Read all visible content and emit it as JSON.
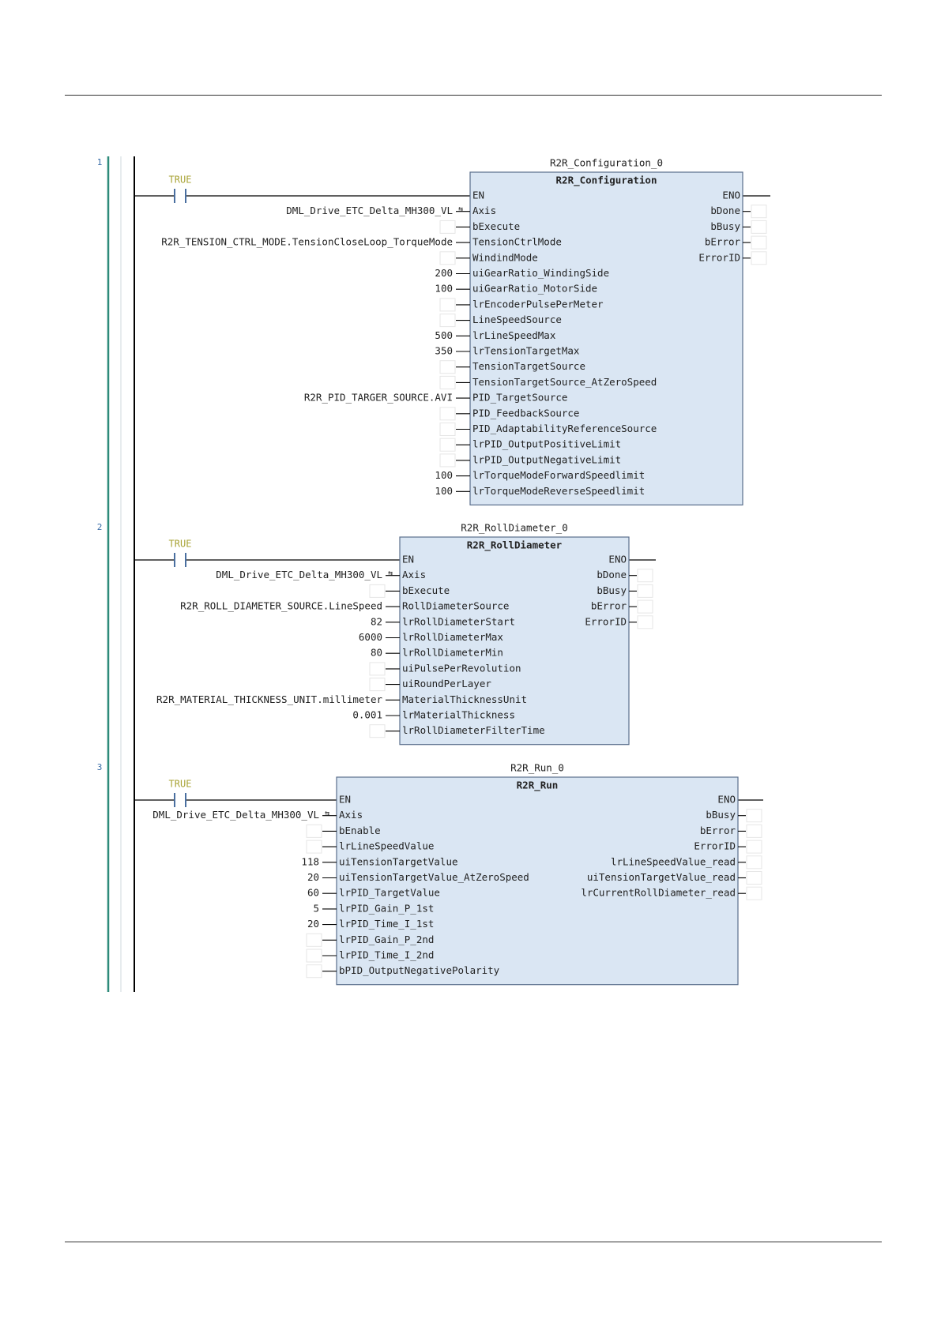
{
  "colors": {
    "block_fill": "#dae6f3",
    "block_border": "#5a6e8c",
    "true_label": "#a8a336",
    "contact": "#4a6fa0",
    "rung_line": "#000000",
    "left_bar_accent": "#2e8b7a",
    "line_number": "#3b6ea8",
    "pin_box": "#e6e6e6"
  },
  "networks": [
    {
      "number": "1",
      "contact_label": "TRUE",
      "instance": "R2R_Configuration_0",
      "type": "R2R_Configuration",
      "inputs": [
        {
          "pin": "EN",
          "value": ""
        },
        {
          "pin": "Axis",
          "value": "DML_Drive_ETC_Delta_MH300_VL",
          "ref": true
        },
        {
          "pin": "bExecute",
          "value": ""
        },
        {
          "pin": "TensionCtrlMode",
          "value": "R2R_TENSION_CTRL_MODE.TensionCloseLoop_TorqueMode"
        },
        {
          "pin": "WindindMode",
          "value": ""
        },
        {
          "pin": "uiGearRatio_WindingSide",
          "value": "200"
        },
        {
          "pin": "uiGearRatio_MotorSide",
          "value": "100"
        },
        {
          "pin": "lrEncoderPulsePerMeter",
          "value": ""
        },
        {
          "pin": "LineSpeedSource",
          "value": ""
        },
        {
          "pin": "lrLineSpeedMax",
          "value": "500"
        },
        {
          "pin": "lrTensionTargetMax",
          "value": "350"
        },
        {
          "pin": "TensionTargetSource",
          "value": ""
        },
        {
          "pin": "TensionTargetSource_AtZeroSpeed",
          "value": ""
        },
        {
          "pin": "PID_TargetSource",
          "value": "R2R_PID_TARGER_SOURCE.AVI"
        },
        {
          "pin": "PID_FeedbackSource",
          "value": ""
        },
        {
          "pin": "PID_AdaptabilityReferenceSource",
          "value": ""
        },
        {
          "pin": "lrPID_OutputPositiveLimit",
          "value": ""
        },
        {
          "pin": "lrPID_OutputNegativeLimit",
          "value": ""
        },
        {
          "pin": "lrTorqueModeForwardSpeedlimit",
          "value": "100"
        },
        {
          "pin": "lrTorqueModeReverseSpeedlimit",
          "value": "100"
        }
      ],
      "outputs": [
        "ENO",
        "bDone",
        "bBusy",
        "bError",
        "ErrorID"
      ]
    },
    {
      "number": "2",
      "contact_label": "TRUE",
      "instance": "R2R_RollDiameter_0",
      "type": "R2R_RollDiameter",
      "inputs": [
        {
          "pin": "EN",
          "value": ""
        },
        {
          "pin": "Axis",
          "value": "DML_Drive_ETC_Delta_MH300_VL",
          "ref": true
        },
        {
          "pin": "bExecute",
          "value": ""
        },
        {
          "pin": "RollDiameterSource",
          "value": "R2R_ROLL_DIAMETER_SOURCE.LineSpeed"
        },
        {
          "pin": "lrRollDiameterStart",
          "value": "82"
        },
        {
          "pin": "lrRollDiameterMax",
          "value": "6000"
        },
        {
          "pin": "lrRollDiameterMin",
          "value": "80"
        },
        {
          "pin": "uiPulsePerRevolution",
          "value": ""
        },
        {
          "pin": "uiRoundPerLayer",
          "value": ""
        },
        {
          "pin": "MaterialThicknessUnit",
          "value": "R2R_MATERIAL_THICKNESS_UNIT.millimeter"
        },
        {
          "pin": "lrMaterialThickness",
          "value": "0.001"
        },
        {
          "pin": "lrRollDiameterFilterTime",
          "value": ""
        }
      ],
      "outputs": [
        "ENO",
        "bDone",
        "bBusy",
        "bError",
        "ErrorID"
      ]
    },
    {
      "number": "3",
      "contact_label": "TRUE",
      "instance": "R2R_Run_0",
      "type": "R2R_Run",
      "inputs": [
        {
          "pin": "EN",
          "value": ""
        },
        {
          "pin": "Axis",
          "value": "DML_Drive_ETC_Delta_MH300_VL",
          "ref": true
        },
        {
          "pin": "bEnable",
          "value": ""
        },
        {
          "pin": "lrLineSpeedValue",
          "value": ""
        },
        {
          "pin": "uiTensionTargetValue",
          "value": "118"
        },
        {
          "pin": "uiTensionTargetValue_AtZeroSpeed",
          "value": "20"
        },
        {
          "pin": "lrPID_TargetValue",
          "value": "60"
        },
        {
          "pin": "lrPID_Gain_P_1st",
          "value": "5"
        },
        {
          "pin": "lrPID_Time_I_1st",
          "value": "20"
        },
        {
          "pin": "lrPID_Gain_P_2nd",
          "value": ""
        },
        {
          "pin": "lrPID_Time_I_2nd",
          "value": ""
        },
        {
          "pin": "bPID_OutputNegativePolarity",
          "value": ""
        }
      ],
      "outputs": [
        "ENO",
        "bBusy",
        "bError",
        "ErrorID",
        "lrLineSpeedValue_read",
        "uiTensionTargetValue_read",
        "lrCurrentRollDiameter_read"
      ]
    }
  ]
}
